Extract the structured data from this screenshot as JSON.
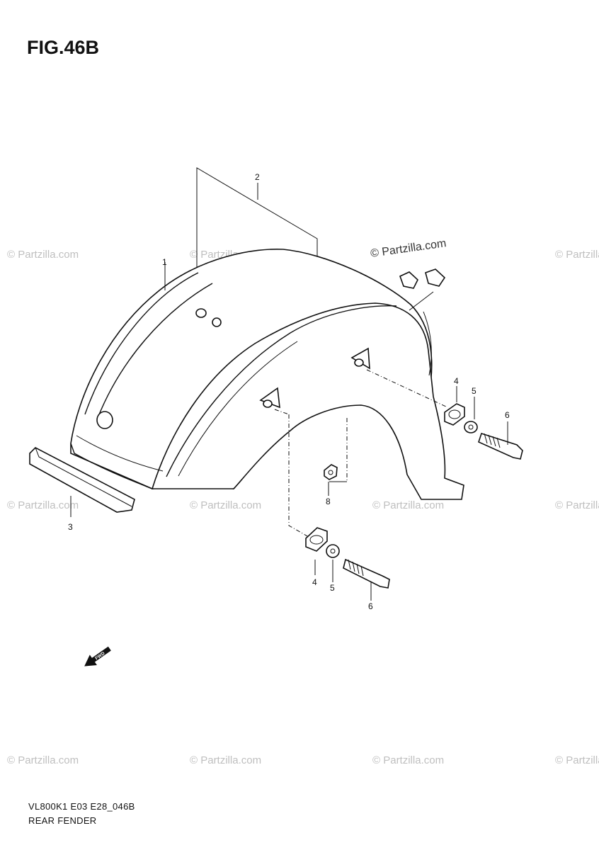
{
  "figure": {
    "title": "FIG.46B",
    "code": "VL800K1 E03 E28_046B",
    "name": "REAR FENDER"
  },
  "callouts": {
    "c1": "1",
    "c2": "2",
    "c3": "3",
    "c4a": "4",
    "c4b": "4",
    "c5a": "5",
    "c5b": "5",
    "c6a": "6",
    "c6b": "6",
    "c8": "8"
  },
  "direction_arrow": "FWD",
  "watermark": {
    "text": "© Partzilla.com",
    "highlighted": "© Partzilla.com"
  }
}
